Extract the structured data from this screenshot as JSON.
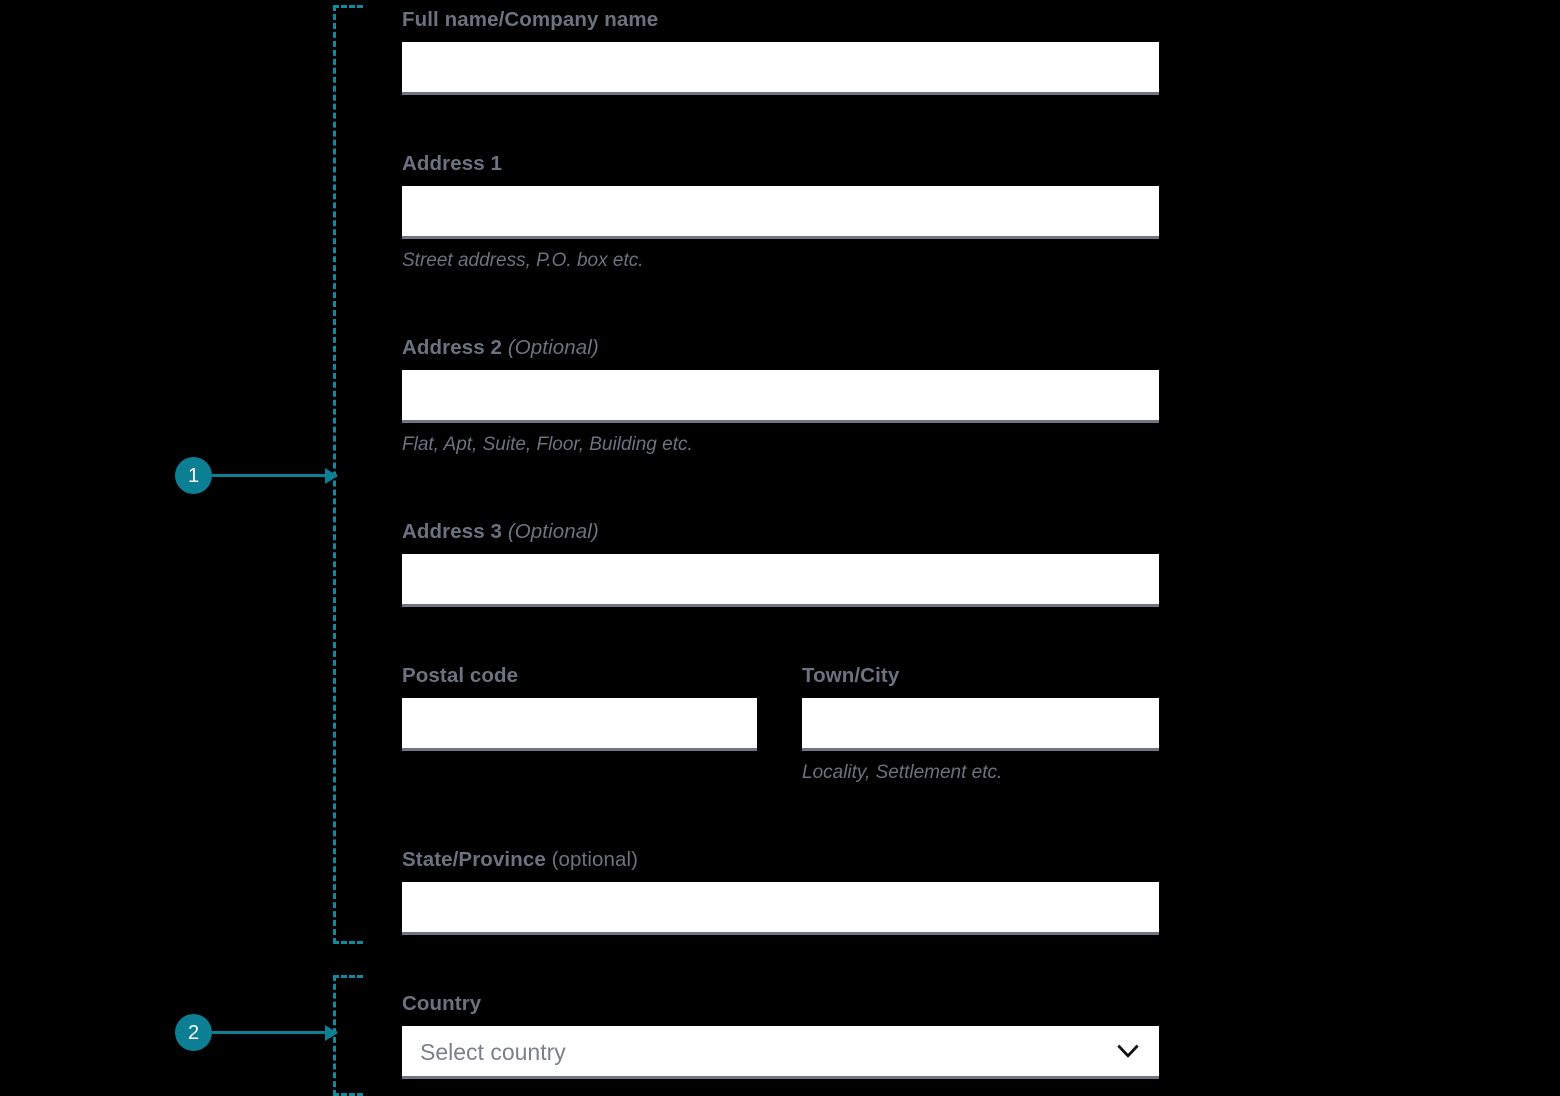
{
  "theme": {
    "background": "#000000",
    "accent_teal": "#0d7f95",
    "dash_teal": "#0f8aa3",
    "label_color": "#6b7280",
    "input_background": "#ffffff",
    "input_underline": "#6f7682",
    "placeholder_color": "#7c8089"
  },
  "annotations": [
    {
      "number": "1",
      "target": "address-fields-group"
    },
    {
      "number": "2",
      "target": "country-select-group"
    }
  ],
  "form": {
    "fields": [
      {
        "id": "full-name",
        "label": "Full name/Company name",
        "optional_suffix": "",
        "value": "",
        "placeholder": "",
        "hint": ""
      },
      {
        "id": "address-1",
        "label": "Address 1",
        "optional_suffix": "",
        "value": "",
        "placeholder": "",
        "hint": "Street address, P.O. box etc."
      },
      {
        "id": "address-2",
        "label": "Address 2",
        "optional_suffix": "(Optional)",
        "value": "",
        "placeholder": "",
        "hint": "Flat, Apt, Suite, Floor, Building etc."
      },
      {
        "id": "address-3",
        "label": "Address 3",
        "optional_suffix": "(Optional)",
        "value": "",
        "placeholder": "",
        "hint": ""
      },
      {
        "id": "postal-code",
        "label": "Postal code",
        "optional_suffix": "",
        "value": "",
        "placeholder": "",
        "hint": ""
      },
      {
        "id": "town-city",
        "label": "Town/City",
        "optional_suffix": "",
        "value": "",
        "placeholder": "",
        "hint": "Locality, Settlement etc."
      },
      {
        "id": "state-province",
        "label": "State/Province",
        "optional_suffix": "(optional)",
        "value": "",
        "placeholder": "",
        "hint": ""
      },
      {
        "id": "country",
        "label": "Country",
        "optional_suffix": "",
        "selected_value": "Select country",
        "placeholder": "Select country",
        "hint": "",
        "icon": "chevron-down-icon"
      }
    ]
  }
}
